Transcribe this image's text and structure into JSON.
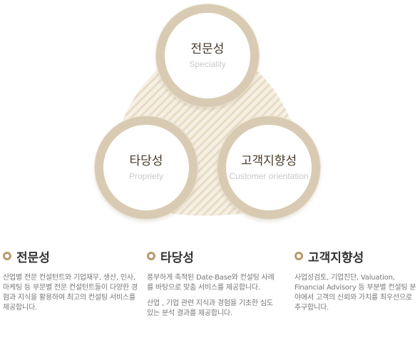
{
  "circles": {
    "expertise": {
      "title": "전문성",
      "subtitle": "Speciality"
    },
    "validity": {
      "title": "타당성",
      "subtitle": "Propriety"
    },
    "customer": {
      "title": "고객지향성",
      "subtitle": "Customer orientation"
    }
  },
  "sections": [
    {
      "title": "전문성",
      "paragraphs": [
        "산업별 전문 컨설턴트와 기업재무, 생산, 인사, 마케팅 등 부문별 전문 컨설턴트들이 다양한 경험과 지식을 활용하여 최고의 컨설팅 서비스를 제공합니다."
      ]
    },
    {
      "title": "타당성",
      "paragraphs": [
        "풍부하게 축적된 Date-Base와 컨설팅 사례를 바탕으로 맞춤 서비스를 제공합니다.",
        "산업 , 기업 관련 지식과 경험을 기초한 심도있는 분석 결과를 제공합니다."
      ]
    },
    {
      "title": "고객지향성",
      "paragraphs": [
        "사업성검토, 기업진단, Valuation, Financial Advisory 등 부분별 컨설팅 분야에서 고객의 신뢰와 가치를 최우선으로 추구합니다."
      ]
    }
  ],
  "colors": {
    "ring": "#d9cbb3",
    "bullet": "#b99a6b",
    "stripe": "#eadfc9"
  }
}
